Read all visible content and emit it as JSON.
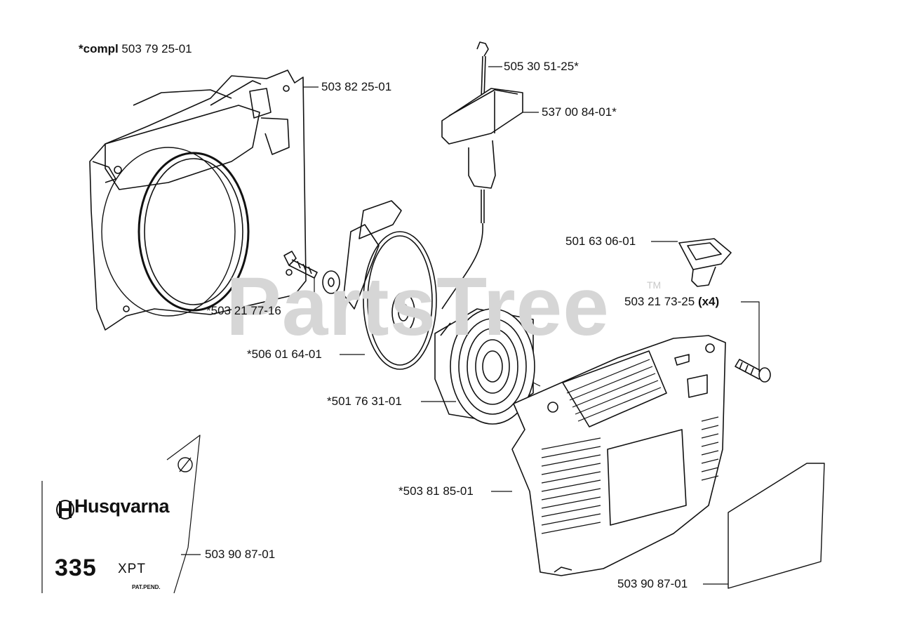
{
  "diagram": {
    "compl_prefix": "*compl",
    "compl_number": "503 79 25-01",
    "watermark": "PartsTree",
    "watermark_tm": "TM",
    "brand": "Husqvarna",
    "model": "335",
    "model_suffix": "XPT",
    "pat_pend": "PAT.PEND.",
    "labels": [
      {
        "id": "fan-housing",
        "text": "503 82 25-01"
      },
      {
        "id": "starter-cord",
        "text": "505 30 51-25*"
      },
      {
        "id": "starter-handle",
        "text": "537 00 84-01*"
      },
      {
        "id": "grommet",
        "text": "501 63 06-01"
      },
      {
        "id": "screw",
        "text": "*503 21 77-16"
      },
      {
        "id": "cover-screw",
        "text": "503 21 73-25",
        "suffix": "(x4)"
      },
      {
        "id": "pulley",
        "text": "*506 01 64-01"
      },
      {
        "id": "spring-cassette",
        "text": "*501 76 31-01"
      },
      {
        "id": "starter-cover",
        "text": "*503 81 85-01"
      },
      {
        "id": "decal-left",
        "text": "503 90 87-01"
      },
      {
        "id": "decal-right",
        "text": "503 90 87-01"
      }
    ]
  }
}
